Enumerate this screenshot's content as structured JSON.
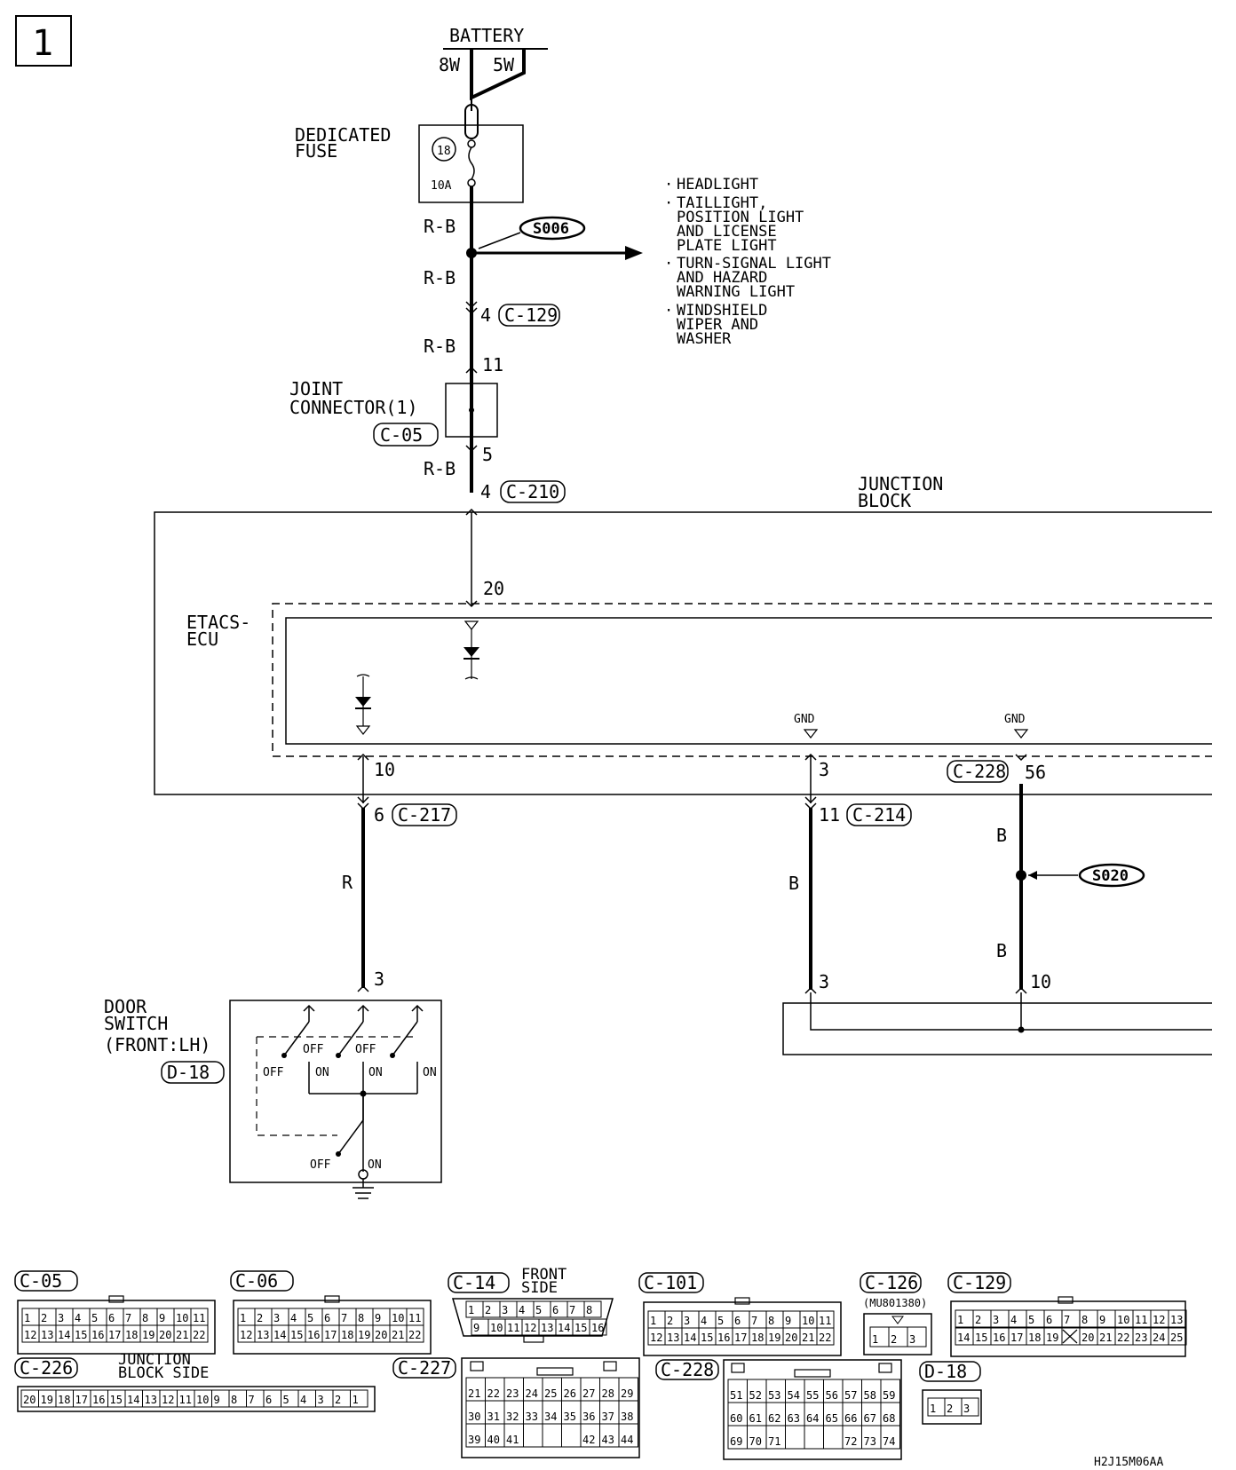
{
  "page_number": "1",
  "figure_code": "H2J15M06AA",
  "battery": {
    "label": "BATTERY",
    "wire_8w": "8W",
    "wire_5w": "5W"
  },
  "fuse": {
    "label_line1": "DEDICATED",
    "label_line2": "FUSE",
    "number": "18",
    "rating": "10A"
  },
  "splices": {
    "s006": "S006",
    "s020": "S020"
  },
  "wire_colors": {
    "rb": "R-B",
    "r": "R",
    "b": "B"
  },
  "branch_loads": [
    [
      "HEADLIGHT"
    ],
    [
      "TAILLIGHT,",
      "POSITION LIGHT",
      "AND LICENSE",
      "PLATE LIGHT"
    ],
    [
      "TURN-SIGNAL LIGHT",
      "AND HAZARD",
      "WARNING LIGHT"
    ],
    [
      "WINDSHIELD",
      "WIPER AND",
      "WASHER"
    ]
  ],
  "joint_connector": {
    "line1": "JOINT",
    "line2": "CONNECTOR(1)",
    "conn": "C-05"
  },
  "junction_block": {
    "line1": "JUNCTION",
    "line2": "BLOCK"
  },
  "etacs": {
    "line1": "ETACS-",
    "line2": "ECU",
    "gnd": "GND"
  },
  "door_switch": {
    "line1": "DOOR",
    "line2": "SWITCH",
    "line3": "(FRONT:LH)",
    "conn": "D-18",
    "off": "OFF",
    "on": "ON"
  },
  "pins": {
    "c129_pin": "4",
    "c129": "C-129",
    "c05_in": "11",
    "c05_out": "5",
    "c210_pin": "4",
    "c210": "C-210",
    "ecu_20": "20",
    "ecu_10": "10",
    "ecu_3": "3",
    "ecu_56": "56",
    "c228": "C-228",
    "c217_pin": "6",
    "c217": "C-217",
    "c214_pin": "11",
    "c214": "C-214",
    "d18_pin": "3",
    "gnd_block_3": "3",
    "gnd_block_10": "10"
  },
  "connectors": {
    "c05": "C-05",
    "c06": "C-06",
    "c14": "C-14",
    "c14_note1": "FRONT",
    "c14_note2": "SIDE",
    "c101": "C-101",
    "c126": "C-126",
    "c126_part": "(MU801380)",
    "c129": "C-129",
    "c226": "C-226",
    "c226_note1": "JUNCTION",
    "c226_note2": "BLOCK SIDE",
    "c227": "C-227",
    "c228": "C-228",
    "d18": "D-18"
  }
}
